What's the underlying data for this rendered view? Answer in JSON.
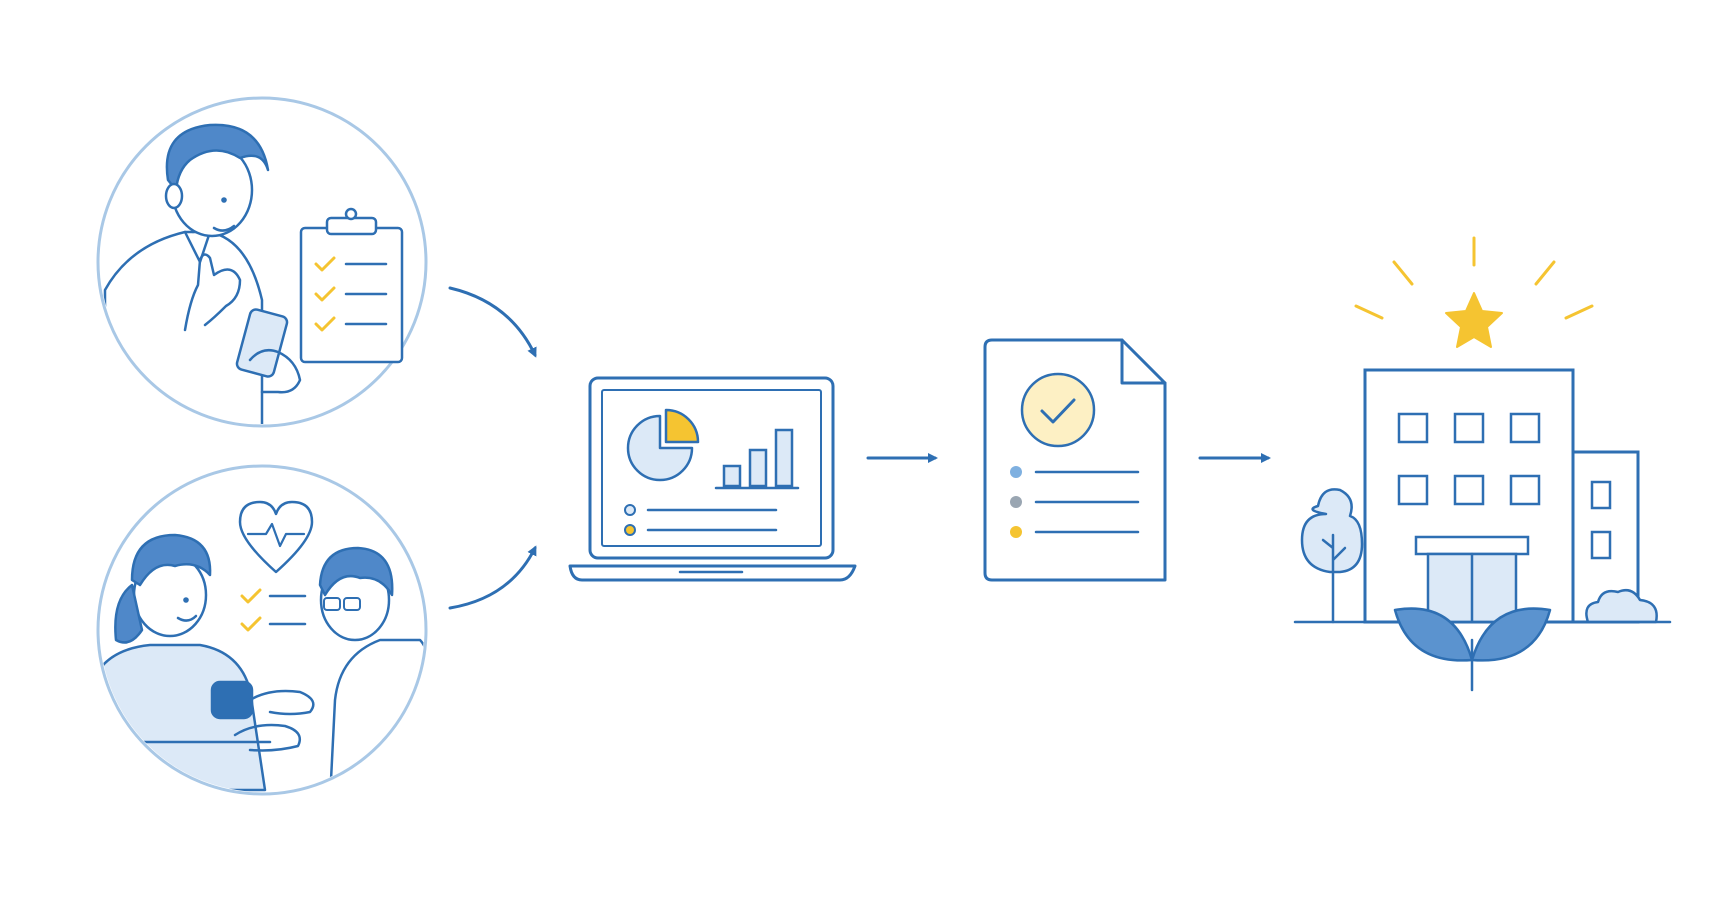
{
  "diagram": {
    "nodes": [
      {
        "id": "patient-self-report",
        "icon": "person-with-phone-and-checklist-icon"
      },
      {
        "id": "clinical-assessment",
        "icon": "clinician-measuring-blood-pressure-icon"
      },
      {
        "id": "data-analysis",
        "icon": "laptop-dashboard-icon"
      },
      {
        "id": "verified-report",
        "icon": "approved-document-icon"
      },
      {
        "id": "rated-facility",
        "icon": "starred-hospital-building-icon"
      }
    ],
    "edges": [
      {
        "from": "patient-self-report",
        "to": "data-analysis"
      },
      {
        "from": "clinical-assessment",
        "to": "data-analysis"
      },
      {
        "from": "data-analysis",
        "to": "verified-report"
      },
      {
        "from": "verified-report",
        "to": "rated-facility"
      }
    ]
  },
  "colors": {
    "primary": "#2e6fb3",
    "circle_outline": "#a9c8e6",
    "light_fill": "#dce9f7",
    "mid_fill": "#5b93cf",
    "accent": "#f5c431",
    "accent_light": "#fdf0c4",
    "dot_gray": "#9aa6b2",
    "dot_blue": "#7fb0e0"
  }
}
